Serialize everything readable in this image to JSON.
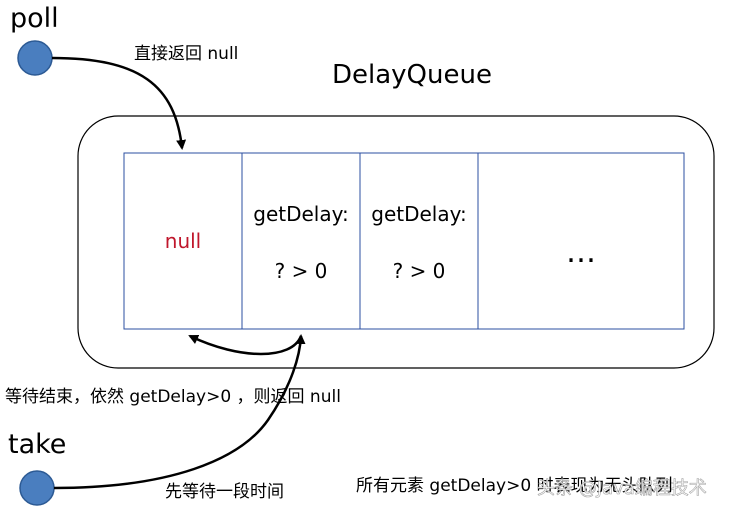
{
  "title": "DelayQueue",
  "actors": {
    "poll": {
      "label": "poll"
    },
    "take": {
      "label": "take"
    }
  },
  "annotations": {
    "poll_direct": "直接返回 null",
    "take_wait_first": "先等待一段时间",
    "take_after_wait": "等待结束，依然 getDelay>0 ，则返回 null",
    "summary": "所有元素 getDelay>0 时表现为无头队列"
  },
  "queue": {
    "cells": [
      {
        "lines": [
          "null"
        ]
      },
      {
        "lines": [
          "getDelay:",
          "? > 0"
        ]
      },
      {
        "lines": [
          "getDelay:",
          "? > 0"
        ]
      },
      {
        "lines": [
          "…"
        ]
      }
    ]
  },
  "watermark": "头条 @Java编程技术",
  "colors": {
    "node_fill": "#4a7ebf",
    "node_stroke": "#2c5a94",
    "cell_border": "#2b4fa0",
    "null_text": "#c0172c",
    "arrow": "#000000"
  }
}
